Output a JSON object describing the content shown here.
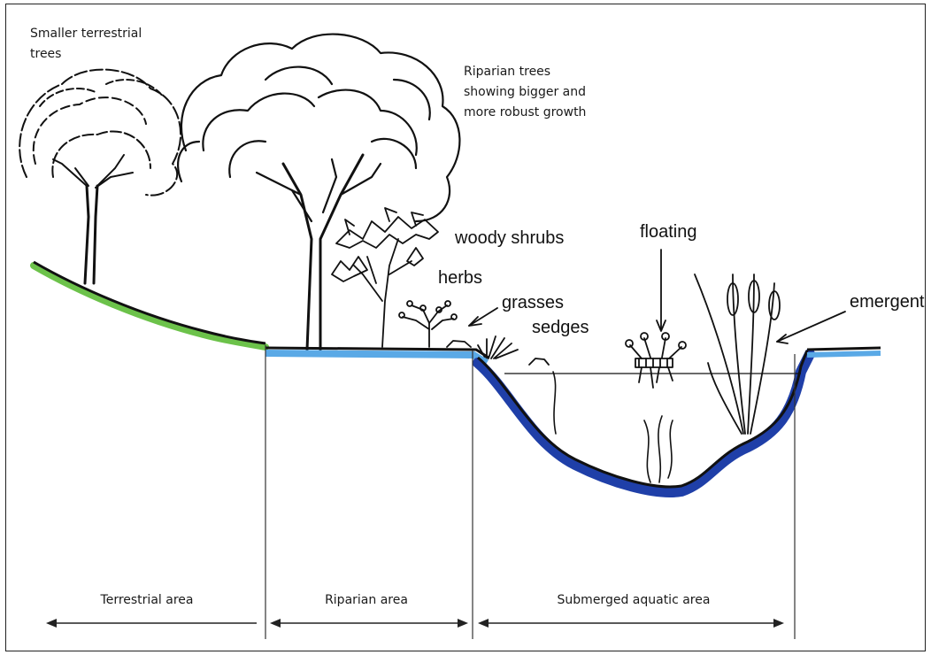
{
  "labels": {
    "smaller_trees_line1": "Smaller terrestrial",
    "smaller_trees_line2": "trees",
    "riparian_trees_line1": "Riparian trees",
    "riparian_trees_line2": "showing bigger and",
    "riparian_trees_line3": "more robust growth",
    "woody_shrubs": "woody shrubs",
    "herbs": "herbs",
    "grasses": "grasses",
    "sedges": "sedges",
    "floating": "floating",
    "emergent": "emergent"
  },
  "zones": {
    "terrestrial": "Terrestrial area",
    "riparian": "Riparian area",
    "aquatic": "Submerged aquatic area"
  },
  "colors": {
    "terrestrial_ground": "#6cc24a",
    "riparian_ground": "#5aa9e6",
    "water_bed": "#1f3fa8",
    "outline": "#111111"
  }
}
